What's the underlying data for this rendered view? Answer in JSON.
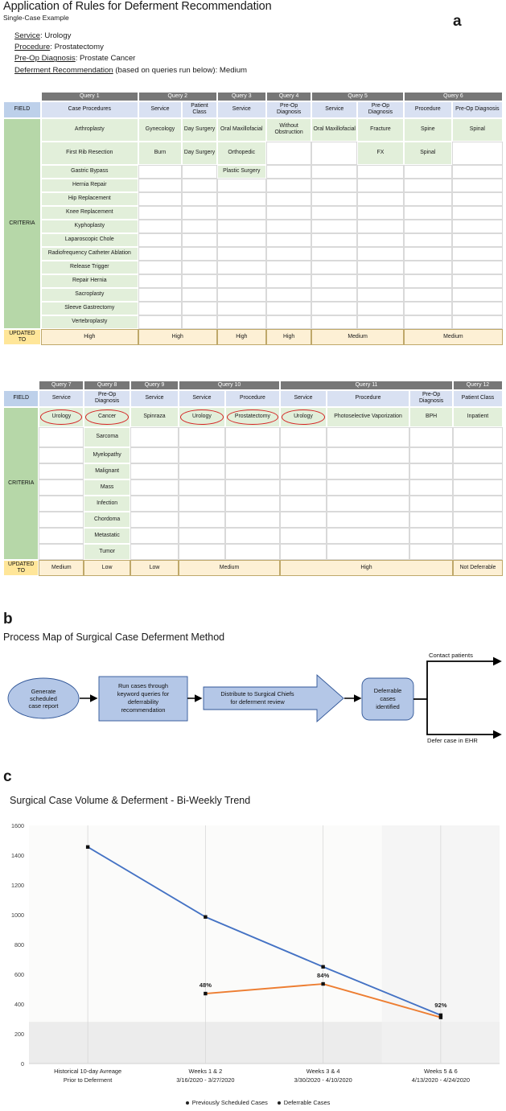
{
  "panel_a": {
    "letter": "a",
    "title": "Application of Rules for Deferment Recommendation",
    "subtitle": "Single-Case Example",
    "meta": [
      {
        "key": "Service",
        "value": ": Urology"
      },
      {
        "key": "Procedure",
        "value": ": Prostatectomy"
      },
      {
        "key": "Pre-Op Diagnosis",
        "value": ": Prostate Cancer"
      },
      {
        "key": "Deferment Recommendation",
        "value": " (based on queries run below): Medium"
      }
    ],
    "row_labels": {
      "field": "FIELD",
      "criteria": "CRITERIA",
      "updated_to": "UPDATED TO"
    },
    "table_1": {
      "query_groups": [
        {
          "label": "Query 1",
          "span": 1
        },
        {
          "label": "Query 2",
          "span": 2
        },
        {
          "label": "Query 3",
          "span": 1
        },
        {
          "label": "Query 4",
          "span": 1
        },
        {
          "label": "Query 5",
          "span": 2
        },
        {
          "label": "Query 6",
          "span": 2
        }
      ],
      "fields": [
        "Case Procedures",
        "Service",
        "Patient Class",
        "Service",
        "Pre-Op Diagnosis",
        "Service",
        "Pre-Op Diagnosis",
        "Procedure",
        "Pre-Op Diagnosis"
      ],
      "criteria_columns": [
        [
          "Arthroplasty",
          "First Rib Resection",
          "Gastric Bypass",
          "Hernia Repair",
          "Hip Replacement",
          "Knee Replacement",
          "Kyphoplasty",
          "Laparoscopic Chole",
          "Radiofrequency Catheter Ablation",
          "Release Trigger",
          "Repair Hernia",
          "Sacroplasty",
          "Sleeve Gastrectomy",
          "Vertebroplasty"
        ],
        [
          "Gynecology",
          "Burn"
        ],
        [
          "Day Surgery",
          "Day Surgery"
        ],
        [
          "Oral Maxillofacial",
          "Orthopedic",
          "Plastic Surgery"
        ],
        [
          "Without Obstruction"
        ],
        [
          "Oral Maxillofacial"
        ],
        [
          "Fracture",
          "FX"
        ],
        [
          "Spine",
          "Spinal"
        ],
        [
          "Spinal"
        ]
      ],
      "updated_to": [
        {
          "label": "High",
          "span": 1
        },
        {
          "label": "High",
          "span": 2
        },
        {
          "label": "High",
          "span": 1
        },
        {
          "label": "High",
          "span": 1
        },
        {
          "label": "Medium",
          "span": 2
        },
        {
          "label": "Medium",
          "span": 2
        }
      ]
    },
    "table_2": {
      "query_groups": [
        {
          "label": "Query 7",
          "span": 1
        },
        {
          "label": "Query 8",
          "span": 1
        },
        {
          "label": "Query 9",
          "span": 1
        },
        {
          "label": "Query 10",
          "span": 2
        },
        {
          "label": "Query 11",
          "span": 3
        },
        {
          "label": "Query 12",
          "span": 1
        }
      ],
      "fields": [
        "Service",
        "Pre-Op Diagnosis",
        "Service",
        "Service",
        "Procedure",
        "Service",
        "Procedure",
        "Pre-Op Diagnosis",
        "Patient Class"
      ],
      "criteria_columns": [
        [
          "Urology"
        ],
        [
          "Cancer",
          "Sarcoma",
          "Myelopathy",
          "Malignant",
          "Mass",
          "Infection",
          "Chordoma",
          "Metastatic",
          "Tumor"
        ],
        [
          "Spinraza"
        ],
        [
          "Urology"
        ],
        [
          "Prostatectomy"
        ],
        [
          "Urology"
        ],
        [
          "Photoselective Vaporization"
        ],
        [
          "BPH"
        ],
        [
          "Inpatient"
        ]
      ],
      "highlighted_cells": [
        "Urology",
        "Cancer",
        "Prostatectomy"
      ],
      "updated_to": [
        {
          "label": "Medium",
          "span": 1
        },
        {
          "label": "Low",
          "span": 1
        },
        {
          "label": "Low",
          "span": 1
        },
        {
          "label": "Medium",
          "span": 2
        },
        {
          "label": "High",
          "span": 3
        },
        {
          "label": "Not Deferrable",
          "span": 1
        }
      ]
    }
  },
  "panel_b": {
    "letter": "b",
    "title": "Process Map of Surgical Case Deferment Method",
    "nodes": [
      {
        "id": "start",
        "shape": "ellipse",
        "text": [
          "Generate",
          "scheduled",
          "case report"
        ]
      },
      {
        "id": "queries",
        "shape": "rect",
        "text": [
          "Run cases through",
          "keyword queries for",
          "deferrability",
          "recommendation"
        ]
      },
      {
        "id": "distribute",
        "shape": "arrow",
        "text": [
          "Distribute to Surgical Chiefs",
          "for deferment review"
        ]
      },
      {
        "id": "deferrable",
        "shape": "roundrect",
        "text": [
          "Deferrable",
          "cases",
          "identified"
        ]
      }
    ],
    "branch_labels": [
      "Contact patients",
      "Defer case in EHR"
    ]
  },
  "panel_c": {
    "letter": "c",
    "chart_data": {
      "type": "line",
      "title": "Surgical Case Volume & Deferment - Bi-Weekly Trend",
      "xlabel": "",
      "ylabel": "",
      "ylim": [
        0,
        1600
      ],
      "yticks": [
        0,
        200,
        400,
        600,
        800,
        1000,
        1200,
        1400,
        1600
      ],
      "grid": false,
      "legend_position": "bottom",
      "categories": [
        "Historical 10-day Avreage\nPrior to Deferment",
        "Weeks 1 & 2\n3/16/2020 - 3/27/2020",
        "Weeks 3 & 4\n3/30/2020 - 4/10/2020",
        "Weeks 5 & 6\n4/13/2020 - 4/24/2020"
      ],
      "category_lines": [
        [
          "Historical 10-day Avreage",
          "Prior to Deferment"
        ],
        [
          "Weeks 1 & 2",
          "3/16/2020 - 3/27/2020"
        ],
        [
          "Weeks 3 & 4",
          "3/30/2020 - 4/10/2020"
        ],
        [
          "Weeks 5 & 6",
          "4/13/2020 - 4/24/2020"
        ]
      ],
      "series": [
        {
          "name": "Previously Scheduled Cases",
          "color": "#4472c4",
          "values": [
            1455,
            985,
            650,
            325
          ]
        },
        {
          "name": "Deferrable Cases",
          "color": "#ed7d31",
          "values": [
            null,
            470,
            535,
            310
          ]
        }
      ],
      "annotations": [
        {
          "text": "48%",
          "category_index": 1
        },
        {
          "text": "84%",
          "category_index": 2
        },
        {
          "text": "92%",
          "category_index": 3
        }
      ]
    }
  }
}
